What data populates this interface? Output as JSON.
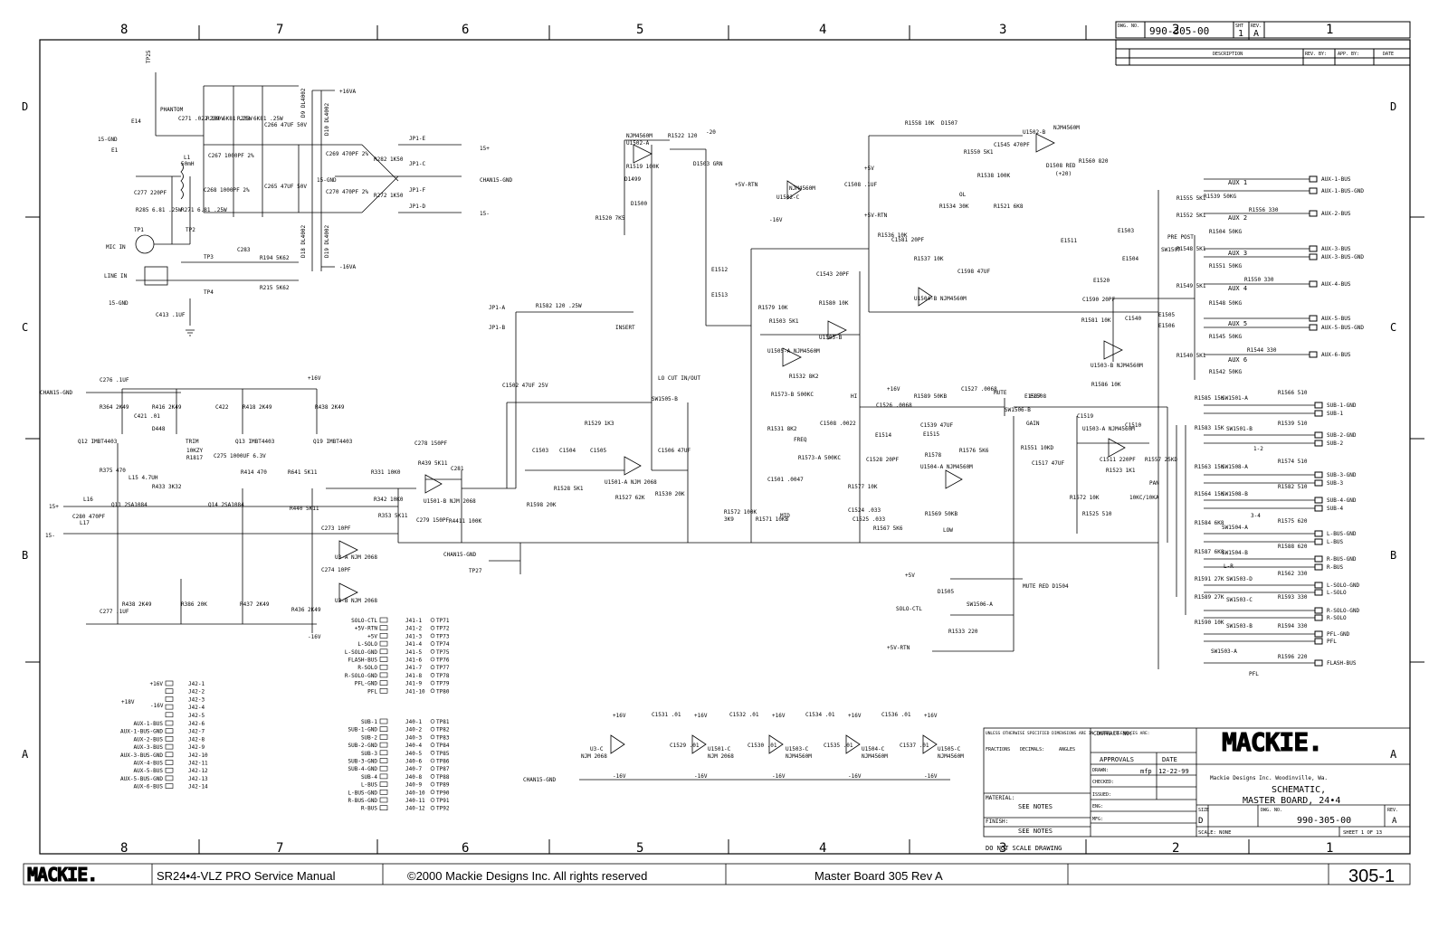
{
  "zone_columns": [
    "8",
    "7",
    "6",
    "5",
    "4",
    "3",
    "2",
    "1"
  ],
  "zone_rows": [
    "D",
    "C",
    "B",
    "A"
  ],
  "title_block": {
    "dwg_no_label": "DWG. NO.",
    "dwg_no": "990-305-00",
    "sht_label": "SHT",
    "sht": "1",
    "rev_label": "REV.",
    "rev": "A",
    "rev_table_headers": [
      "DESCRIPTION",
      "REV. BY:",
      "APP. BY:",
      "DATE"
    ],
    "notes_title": "UNLESS OTHERWISE SPECIFIED DIMENSIONS ARE IN INCHES TOLERANCES ARE:",
    "fractions": "FRACTIONS",
    "decimals": "DECIMALS:",
    "angles": "ANGLES",
    "contract_label": "CONTRACT NO:",
    "approvals_label": "APPROVALS",
    "date_label": "DATE",
    "drawn_label": "DRAWN:",
    "drawn_by": "mfp",
    "drawn_date": "12-22-99",
    "checked_label": "CHECKED:",
    "issued_label": "ISSUED:",
    "eng_label": "ENG:",
    "mfg_label": "MFG:",
    "material_label": "MATERIAL:",
    "material_value": "SEE NOTES",
    "finish_label": "FINISH:",
    "finish_value": "SEE NOTES",
    "do_not_scale": "DO NOT SCALE DRAWING",
    "company_logo": "MACKIE.",
    "company_line": "Mackie Designs Inc.   Woodinville, Wa.",
    "title_line1": "SCHEMATIC,",
    "title_line2": "MASTER BOARD, 24•4",
    "size_label": "SIZE",
    "size": "D",
    "dwg_no_label2": "DWG. NO.",
    "rev_label2": "REV.",
    "scale_label": "SCALE: NONE",
    "sheet_label": "SHEET  1  OF 13"
  },
  "footer": {
    "logo": "MACKIE.",
    "manual": "SR24•4-VLZ PRO Service Manual",
    "copyright": "©2000 Mackie Designs Inc. All rights reserved",
    "board": "Master Board 305 Rev A",
    "page": "305-1"
  },
  "input_section": {
    "labels": [
      "TP25",
      "PHANTOM",
      "E14",
      "15-GND",
      "E1",
      "MIC IN",
      "LINE IN",
      "15-GND",
      "TP1",
      "TP2",
      "TP3",
      "TP4",
      "L1",
      "50mH"
    ],
    "components": [
      "C271 .022 100V",
      "R239 6K81 .25W",
      "R233 6K81 .25W",
      "C266 47UF 50V",
      "C267 1000PF 2%",
      "C268 1000PF 2%",
      "C265 47UF 50V",
      "C277 220PF",
      "R285 6.81 .25W",
      "R271 6.81 .25W",
      "C283",
      "R194 5K62",
      "R215 5K62",
      "C413 .1UF"
    ]
  },
  "rails": {
    "plus16va": "+16VA",
    "minus16va": "-16VA",
    "diodes": [
      "D9 DL4002",
      "D10 DL4002",
      "D18 DL4002",
      "D19 DL4002"
    ],
    "caps": [
      "C269 470PF 2%",
      "C270 470PF 2%",
      "R282 1K50",
      "R272 1K50"
    ],
    "jumpers": [
      "JP1-E",
      "JP1-C",
      "JP1-F",
      "JP1-D"
    ],
    "outputs": [
      "15+",
      "CHAN15-GND",
      "15-"
    ],
    "gnd_label": "15-GND"
  },
  "preamp": {
    "labels": [
      "CHAN15-GND",
      "C276 .1UF",
      "+16V",
      "R364 2K49",
      "R416 2K49",
      "C421 .01",
      "D448",
      "C422",
      "R418 2K49",
      "R438 2K49",
      "Q12 IMBT4403",
      "Q13 IMBT4403",
      "Q19 IMBT4403",
      "TRIM",
      "10KZY",
      "R1817",
      "C275 1000UF 6.3V",
      "R414 470",
      "R641 5K11",
      "R375 470",
      "L15 4.7UH",
      "R433 3K32",
      "15+",
      "15-",
      "L16",
      "L17",
      "C280 470PF",
      "Q11 2SA1084",
      "Q14 2SA1084",
      "R440 5K11",
      "R331 10K0",
      "R342 10K0",
      "R353 5K11",
      "C278 150PF",
      "R439 5K11",
      "U1501-B NJM 2068",
      "C279 150PF",
      "R4411 100K",
      "C281",
      "C273 10PF",
      "U3-A NJM 2068",
      "C274 10PF",
      "U3-B NJM 2068",
      "C277 .1UF",
      "R438 2K49",
      "R386 20K",
      "R437 2K49",
      "R436 2K49",
      "-16V"
    ]
  },
  "eq_section": {
    "labels": [
      "NJM4560M",
      "U1502-A",
      "R1522 120",
      "-20",
      "D1503 GRN",
      "+5V-RTN",
      "NJM4560M",
      "U1502-C",
      "-16V",
      "C1508 .1UF",
      "+5V",
      "+5V-RTN",
      "R1519 100K",
      "D1499",
      "D1500",
      "R1520 7K5",
      "JP1-A",
      "JP1-B",
      "R1582 120 .25W",
      "INSERT",
      "C1502 47UF 25V",
      "LO CUT IN/OUT",
      "SW1505-B",
      "R1529 1K3",
      "C1503",
      "C1504",
      "C1505",
      "U1501-A NJM 2068",
      "C1506 47UF",
      "R1530 20K",
      "R1527 62K",
      "R1528 5K1",
      "R1598 20K",
      "E1512",
      "E1513",
      "R1579 10K",
      "R1503 5K1",
      "C1543 20PF",
      "R1580 10K",
      "U1505-B",
      "U1505-A NJM4560M",
      "R1532 8K2",
      "R1573-B 500KC",
      "R1531 8K2",
      "C1508 .0022",
      "FREQ",
      "R1573-A 500KC",
      "C1501 .0047",
      "R1571 10KB",
      "MID",
      "R1536 10K",
      "C1581 20PF",
      "R1537 10K",
      "C1598 47UF",
      "U1504-B NJM4560M",
      "R1558 10K",
      "D1507",
      "R1550 5K1",
      "C1545 470PF",
      "U1502-B",
      "NJM4560M",
      "R1560 820",
      "D1508 RED",
      "(+20)",
      "OL",
      "R1534 30K",
      "R1521 6K8",
      "R1538 100K",
      "+16V",
      "HI",
      "C1526 .0068",
      "R1589 50KB",
      "C1527 .0068",
      "C1539 47UF",
      "E1515",
      "R1578",
      "C1528 20PF",
      "U1504-A NJM4560M",
      "R1577 10K",
      "C1524 .033",
      "C1525 .033",
      "R1567 5K6",
      "R1569 50KB",
      "LOW",
      "R1576 5K6",
      "E1514",
      "R1572 100K",
      "3K9"
    ]
  },
  "mix_section": {
    "labels": [
      "MUTE",
      "SW1506-B",
      "E1507",
      "E1508",
      "R1586 10K",
      "GAIN",
      "R1551 10KD",
      "C1519",
      "C1517 47UF",
      "U1503-A NJM4560M",
      "C1511 220PF",
      "R1523 1K1",
      "C1510",
      "R1557 25KD",
      "PAN",
      "10KC/10KA",
      "R1572 10K",
      "R1525 510",
      "MUTE RED D1504",
      "SOLO-CTL",
      "SW1506-A",
      "D1505",
      "R1533 220",
      "+5V-RTN",
      "+5V",
      "E1511",
      "E1520",
      "E1503",
      "E1504",
      "PRE POST",
      "SW1507",
      "C1590 20PF",
      "C1540",
      "R1581 10K",
      "U1503-B NJM4560M",
      "R1555 5K1",
      "R1539 50KG",
      "R1556 330",
      "R1552 5K1",
      "R1504 50KG",
      "R1548 5K1",
      "R1551 50KG",
      "R1550 330",
      "R1549 5K1",
      "R1548 50KG",
      "R1545 50KG",
      "R1544 330",
      "R1540 5K1",
      "R1542 50KG",
      "E1505",
      "E1506"
    ]
  },
  "aux_outputs": [
    "AUX-1-BUS",
    "AUX-1-BUS-GND",
    "AUX-2-BUS",
    "AUX-3-BUS",
    "AUX-3-BUS-GND",
    "AUX-4-BUS",
    "AUX-5-BUS",
    "AUX-5-BUS-GND",
    "AUX-6-BUS"
  ],
  "aux_labels": [
    "AUX 1",
    "AUX 2",
    "AUX 3",
    "AUX 4",
    "AUX 5",
    "AUX 6"
  ],
  "bus_outputs": [
    "SUB-1-GND",
    "SUB-1",
    "SUB-2-GND",
    "SUB-2",
    "SUB-3-GND",
    "SUB-3",
    "SUB-4-GND",
    "SUB-4",
    "L-BUS-GND",
    "L-BUS",
    "R-BUS-GND",
    "R-BUS",
    "L-SOLO-GND",
    "L-SOLO",
    "R-SOLO-GND",
    "R-SOLO",
    "PFL-GND",
    "PFL",
    "FLASH-BUS"
  ],
  "bus_components": [
    "R1585 15K",
    "SW1501-A",
    "R1566 510",
    "SW1501-B",
    "R1539 510",
    "1-2",
    "R1583 15K",
    "R1563 15K",
    "SW1508-A",
    "R1574 510",
    "R1564 15K",
    "SW1508-B",
    "R1582 510",
    "3-4",
    "R1584 6K8",
    "SW1504-A",
    "R1575 620",
    "R1587 6K8",
    "SW1504-B",
    "R1588 620",
    "L-R",
    "R1591 27K",
    "SW1503-D",
    "R1562 330",
    "R1589 27K",
    "SW1503-C",
    "R1593 330",
    "R1590 10K",
    "SW1503-B",
    "R1594 330",
    "SW1503-A",
    "R1596 220",
    "PFL"
  ],
  "connectors": {
    "j41": [
      {
        "signal": "SOLO-CTL",
        "pin": "J41-1",
        "tp": "TP71"
      },
      {
        "signal": "+5V-RTN",
        "pin": "J41-2",
        "tp": "TP72"
      },
      {
        "signal": "+5V",
        "pin": "J41-3",
        "tp": "TP73"
      },
      {
        "signal": "L-SOLO",
        "pin": "J41-4",
        "tp": "TP74"
      },
      {
        "signal": "L-SOLO-GND",
        "pin": "J41-5",
        "tp": "TP75"
      },
      {
        "signal": "FLASH-BUS",
        "pin": "J41-6",
        "tp": "TP76"
      },
      {
        "signal": "R-SOLO",
        "pin": "J41-7",
        "tp": "TP77"
      },
      {
        "signal": "R-SOLO-GND",
        "pin": "J41-8",
        "tp": "TP78"
      },
      {
        "signal": "PFL-GND",
        "pin": "J41-9",
        "tp": "TP79"
      },
      {
        "signal": "PFL",
        "pin": "J41-10",
        "tp": "TP80"
      }
    ],
    "j40": [
      {
        "signal": "SUB-1",
        "pin": "J40-1",
        "tp": "TP81"
      },
      {
        "signal": "SUB-1-GND",
        "pin": "J40-2",
        "tp": "TP82"
      },
      {
        "signal": "SUB-2",
        "pin": "J40-3",
        "tp": "TP83"
      },
      {
        "signal": "SUB-2-GND",
        "pin": "J40-4",
        "tp": "TP84"
      },
      {
        "signal": "SUB-3",
        "pin": "J40-5",
        "tp": "TP85"
      },
      {
        "signal": "SUB-3-GND",
        "pin": "J40-6",
        "tp": "TP86"
      },
      {
        "signal": "SUB-4-GND",
        "pin": "J40-7",
        "tp": "TP87"
      },
      {
        "signal": "SUB-4",
        "pin": "J40-8",
        "tp": "TP88"
      },
      {
        "signal": "L-BUS",
        "pin": "J40-9",
        "tp": "TP89"
      },
      {
        "signal": "L-BUS-GND",
        "pin": "J40-10",
        "tp": "TP90"
      },
      {
        "signal": "R-BUS-GND",
        "pin": "J40-11",
        "tp": "TP91"
      },
      {
        "signal": "R-BUS",
        "pin": "J40-12",
        "tp": "TP92"
      }
    ],
    "j42_power": [
      {
        "signal": "+16V",
        "pin": "J42-1"
      },
      {
        "signal": "",
        "pin": "J42-2"
      },
      {
        "signal": "",
        "pin": "J42-3"
      },
      {
        "signal": "",
        "pin": "J42-4"
      },
      {
        "signal": "",
        "pin": "J42-5"
      }
    ],
    "j42_power_labels": [
      "+18V",
      "-16V"
    ],
    "j42_aux": [
      {
        "signal": "AUX-1-BUS",
        "pin": "J42-6"
      },
      {
        "signal": "AUX-1-BUS-GND",
        "pin": "J42-7"
      },
      {
        "signal": "AUX-2-BUS",
        "pin": "J42-8"
      },
      {
        "signal": "AUX-3-BUS",
        "pin": "J42-9"
      },
      {
        "signal": "AUX-3-BUS-GND",
        "pin": "J42-10"
      },
      {
        "signal": "AUX-4-BUS",
        "pin": "J42-11"
      },
      {
        "signal": "AUX-5-BUS",
        "pin": "J42-12"
      },
      {
        "signal": "AUX-5-BUS-GND",
        "pin": "J42-13"
      },
      {
        "signal": "AUX-6-BUS",
        "pin": "J42-14"
      }
    ]
  },
  "decoupling": {
    "items": [
      {
        "ref": "U3-C",
        "part": "NJM 2068",
        "cap": ""
      },
      {
        "ref": "U1501-C",
        "part": "NJM 2068",
        "cap": "C1529 .01"
      },
      {
        "ref": "U1503-C",
        "part": "NJM4560M",
        "cap": "C1530 .01"
      },
      {
        "ref": "U1504-C",
        "part": "NJM4560M",
        "cap": "C1535 .01"
      },
      {
        "ref": "U1505-C",
        "part": "NJM4560M",
        "cap": "C1537 .01"
      }
    ],
    "top_caps": [
      "C1531 .01",
      "C1532 .01",
      "C1534 .01",
      "C1536 .01"
    ],
    "plus": "+16V",
    "minus": "-16V",
    "gnd": "CHAN15-GND"
  },
  "misc": {
    "chan_gnd": "CHAN15-GND",
    "tp27": "TP27"
  }
}
